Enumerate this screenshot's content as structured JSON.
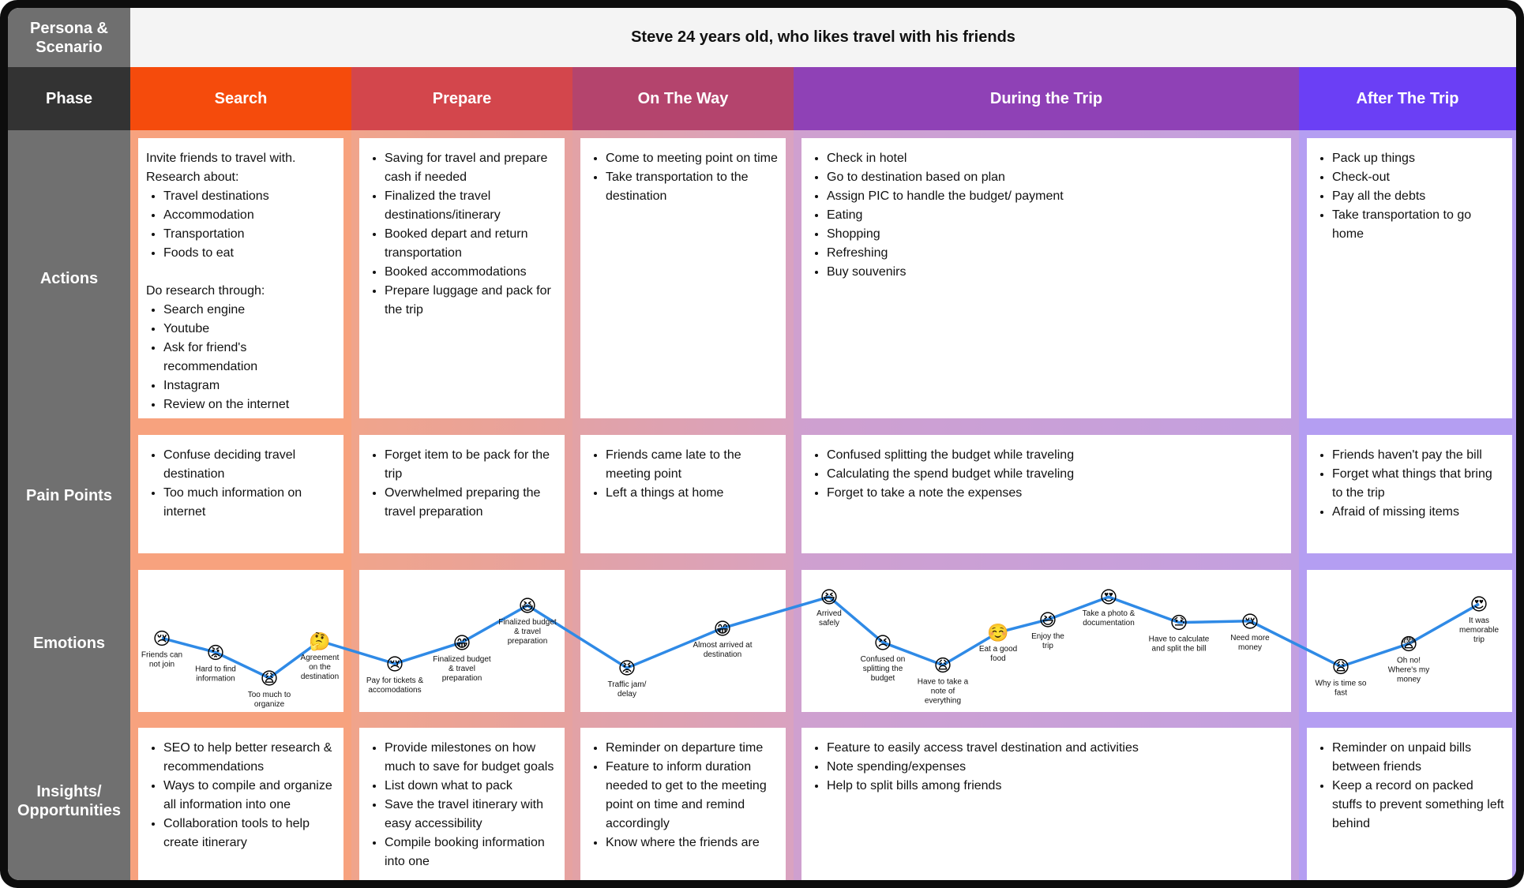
{
  "persona": {
    "label": "Persona &\nScenario",
    "text": "Steve 24 years old, who likes travel with his friends"
  },
  "row_labels": {
    "phase": "Phase",
    "actions": "Actions",
    "pain_points": "Pain Points",
    "emotions": "Emotions",
    "insights": "Insights/\nOpportunities"
  },
  "colors": {
    "search": "#f54b0c",
    "prepare": "#d3464c",
    "on_the_way": "#b4446d",
    "during": "#8f41b6",
    "after": "#6b3ff5",
    "line": "#2f8ae6"
  },
  "phases": [
    {
      "name": "Search",
      "actions": {
        "intro": [
          "Invite friends to travel with.",
          "Research about:"
        ],
        "list1": [
          "Travel destinations",
          "Accommodation",
          "Transportation",
          "Foods to eat"
        ],
        "mid": "Do research through:",
        "list2": [
          "Search engine",
          "Youtube",
          "Ask for friend's recommendation",
          "Instagram",
          "Review on the internet"
        ]
      },
      "pain_points": [
        "Confuse deciding travel destination",
        "Too much information on internet"
      ],
      "insights": [
        "SEO to help better research & recommendations",
        "Ways to compile and organize all information into one",
        "Collaboration tools to help create itinerary"
      ]
    },
    {
      "name": "Prepare",
      "actions": [
        "Saving for travel and prepare cash if needed",
        "Finalized the travel destinations/itinerary",
        "Booked depart and return transportation",
        "Booked accommodations",
        "Prepare luggage and pack for the trip"
      ],
      "pain_points": [
        "Forget item to be pack for the trip",
        "Overwhelmed preparing the travel preparation"
      ],
      "insights": [
        "Provide milestones on how much to save for budget goals",
        "List down what to pack",
        "Save the travel itinerary with easy accessibility",
        "Compile booking information into one"
      ]
    },
    {
      "name": "On The Way",
      "actions": [
        "Come to meeting point on time",
        "Take transportation to the destination"
      ],
      "pain_points": [
        "Friends came late to the meeting point",
        "Left a things at home"
      ],
      "insights": [
        "Reminder on departure time",
        "Feature to inform duration needed to get to the meeting point on time and remind accordingly",
        "Know where the friends are"
      ]
    },
    {
      "name": "During the Trip",
      "actions": [
        "Check in hotel",
        "Go to destination based on plan",
        "Assign PIC to handle the budget/ payment",
        "Eating",
        "Shopping",
        "Refreshing",
        "Buy souvenirs"
      ],
      "pain_points": [
        "Confused splitting the budget while traveling",
        "Calculating the spend budget while traveling",
        "Forget to take a note the expenses"
      ],
      "insights": [
        "Feature to easily access travel destination and activities",
        "Note spending/expenses",
        "Help to split bills among friends"
      ]
    },
    {
      "name": "After The Trip",
      "actions": [
        "Pack up things",
        "Check-out",
        "Pay all the debts",
        "Take transportation to go home"
      ],
      "pain_points": [
        "Friends haven't pay the bill",
        "Forget what things that bring to the trip",
        "Afraid of missing items"
      ],
      "insights": [
        "Reminder on unpaid bills between friends",
        "Keep a record on packed stuffs to prevent something left behind"
      ]
    }
  ],
  "emotions": [
    {
      "label": "Friends can\nnot join",
      "emoji": "😢",
      "level": 0.52
    },
    {
      "label": "Hard to find\ninformation",
      "emoji": "😡",
      "level": 0.42
    },
    {
      "label": "Too much to\norganize",
      "emoji": "😩",
      "level": 0.24
    },
    {
      "label": "Agreement\non the\ndestination",
      "emoji": "🤔",
      "level": 0.5
    },
    {
      "label": "Pay for tickets &\naccomodations",
      "emoji": "😢",
      "level": 0.34
    },
    {
      "label": "Finalized budget\n& travel\npreparation",
      "emoji": "😁",
      "level": 0.49
    },
    {
      "label": "Finalized budget\n& travel\npreparation",
      "emoji": "😆",
      "level": 0.75
    },
    {
      "label": "Traffic jam/\ndelay",
      "emoji": "😡",
      "level": 0.31
    },
    {
      "label": "Almost arrived at\ndestination",
      "emoji": "😁",
      "level": 0.59
    },
    {
      "label": "Arrived\nsafely",
      "emoji": "😆",
      "level": 0.81
    },
    {
      "label": "Confused on\nsplitting the\nbudget",
      "emoji": "😣",
      "level": 0.49
    },
    {
      "label": "Have to take a\nnote of\neverything",
      "emoji": "😩",
      "level": 0.33
    },
    {
      "label": "Eat a good\nfood",
      "emoji": "☺️",
      "level": 0.56
    },
    {
      "label": "Enjoy the\ntrip",
      "emoji": "😆",
      "level": 0.65
    },
    {
      "label": "Take a photo &\ndocumentation",
      "emoji": "😍",
      "level": 0.81
    },
    {
      "label": "Have to calculate\nand split the bill",
      "emoji": "😓",
      "level": 0.63
    },
    {
      "label": "Need more\nmoney",
      "emoji": "😢",
      "level": 0.64
    },
    {
      "label": "Why is time so\nfast",
      "emoji": "😩",
      "level": 0.32
    },
    {
      "label": "Oh no!\nWhere's my\nmoney",
      "emoji": "😨",
      "level": 0.48
    },
    {
      "label": "It was\nmemorable\ntrip",
      "emoji": "😍",
      "level": 0.76
    }
  ]
}
